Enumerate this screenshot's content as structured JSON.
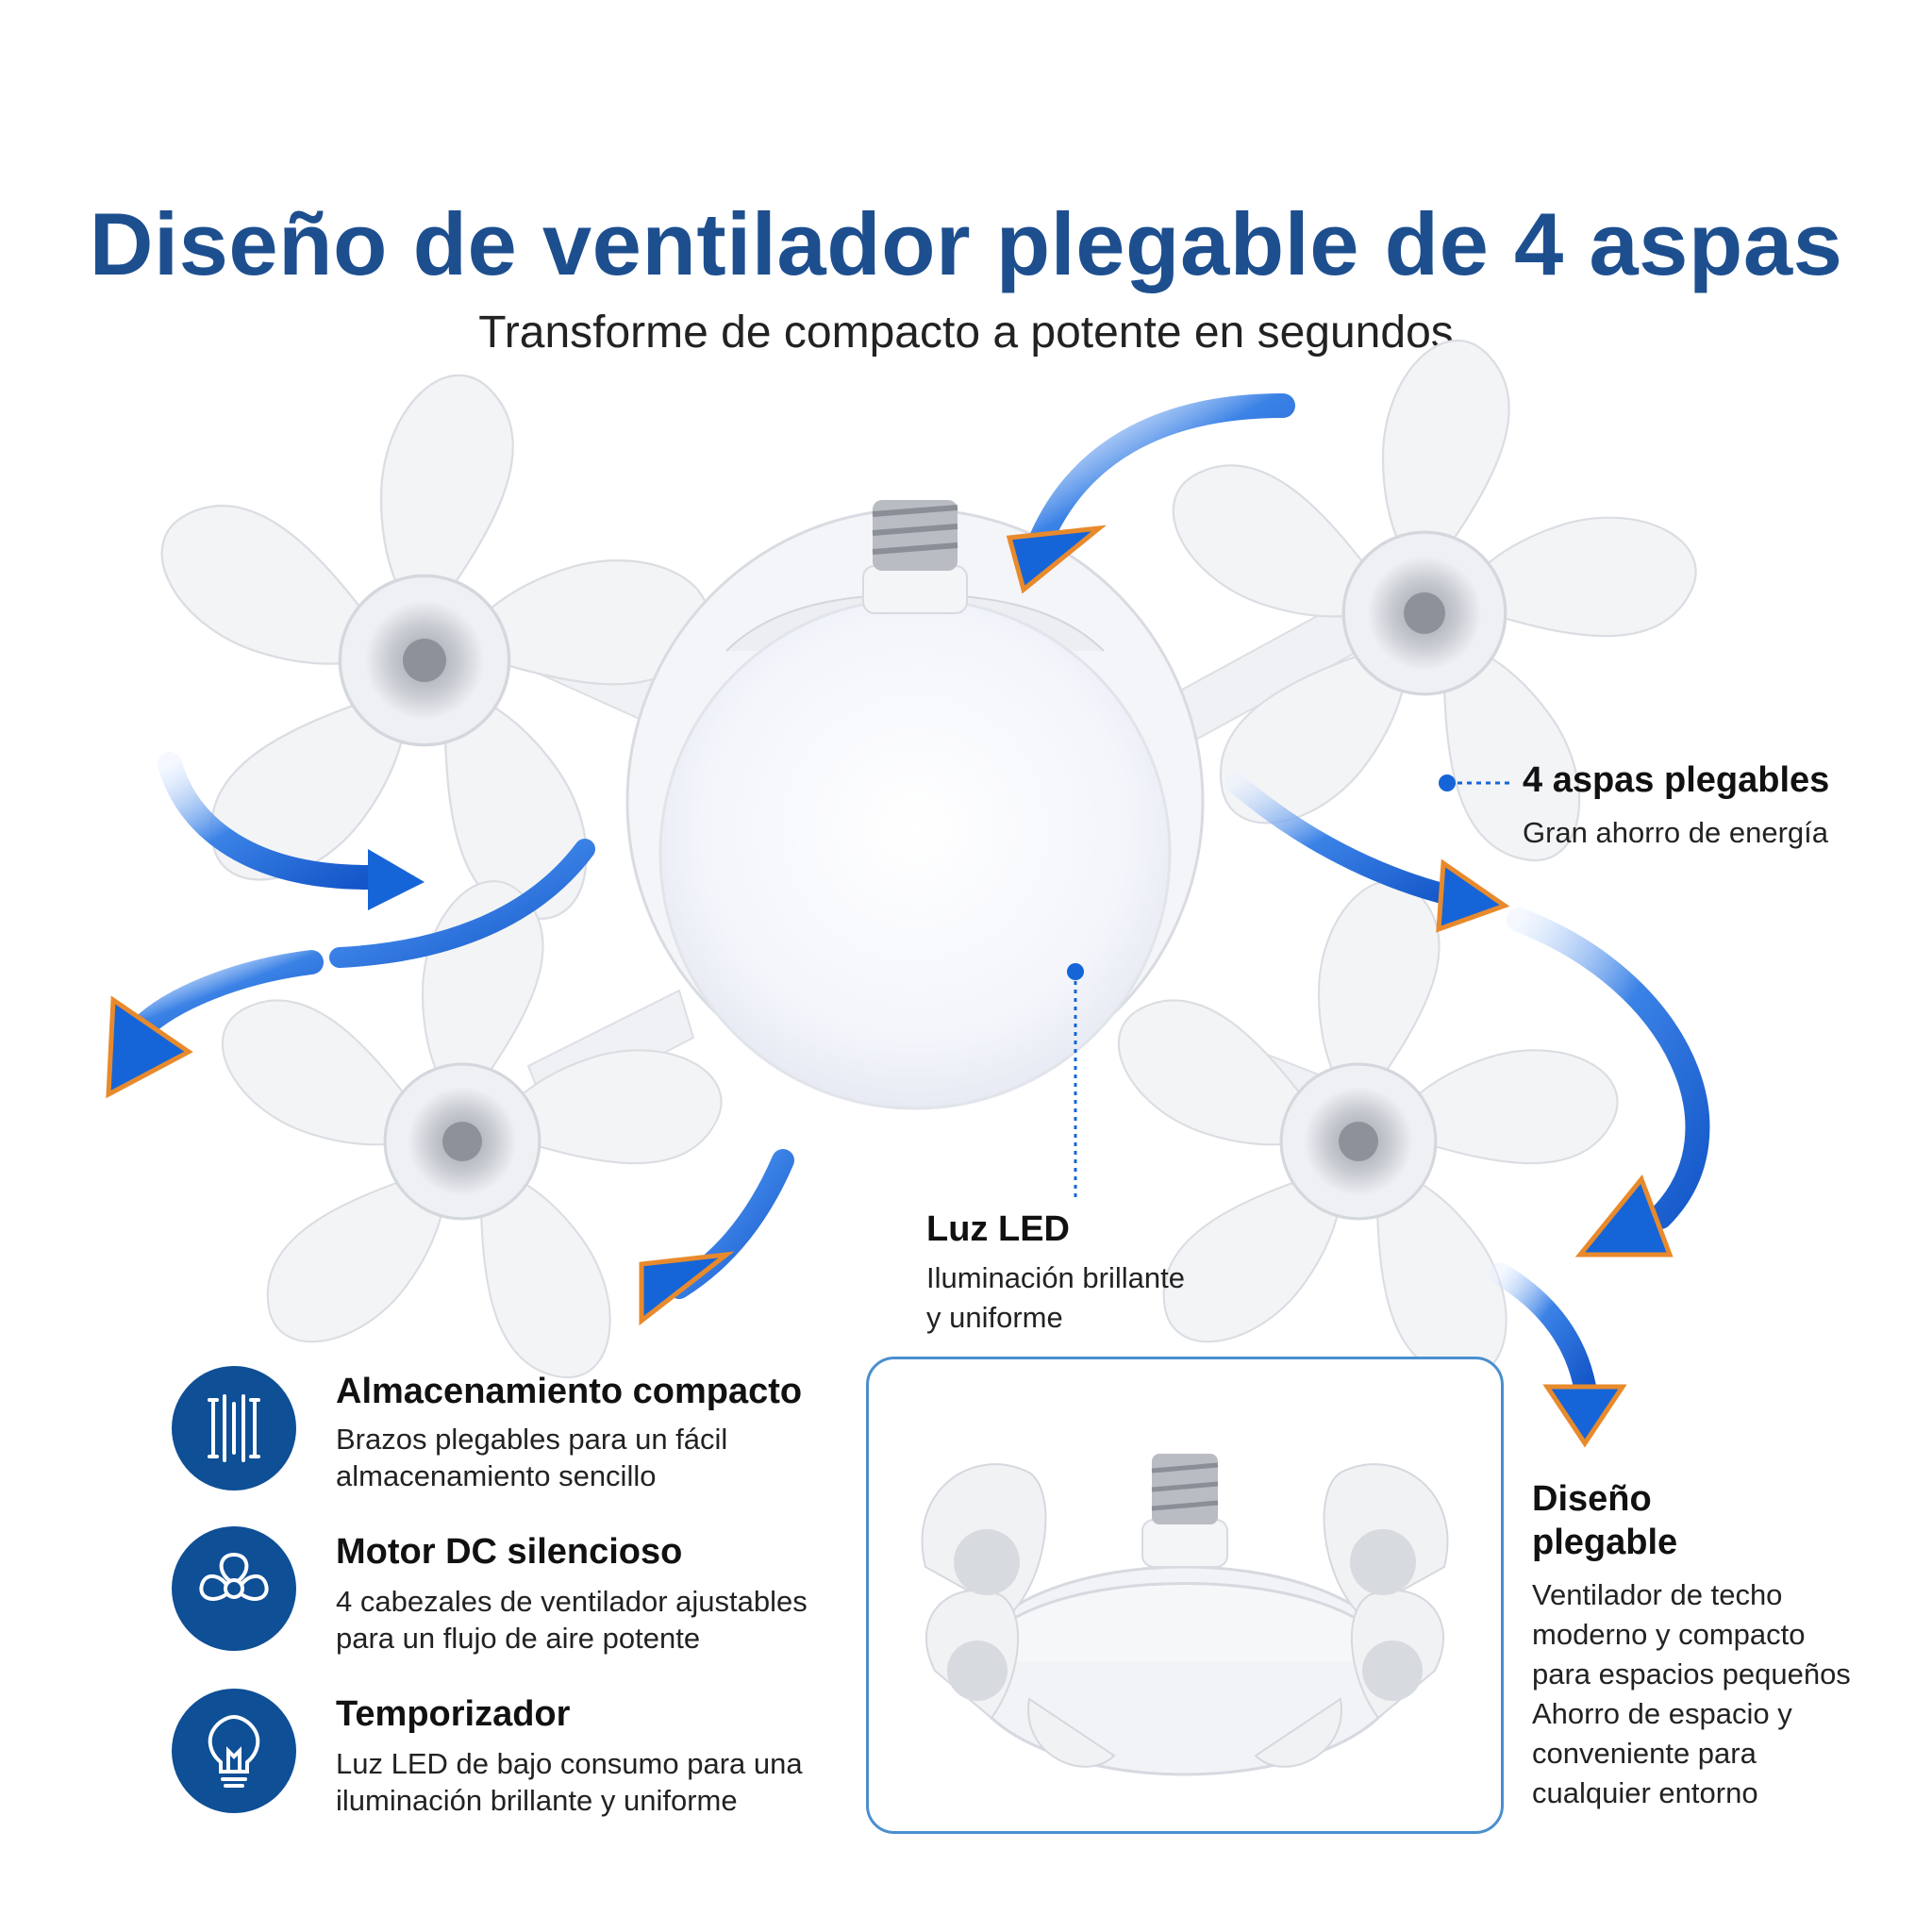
{
  "header": {
    "title": "Diseño de ventilador plegable de 4 aspas",
    "subtitle": "Transforme de compacto a potente en segundos"
  },
  "callouts": {
    "blades": {
      "title": "4 aspas plegables",
      "desc": "Gran ahorro de energía"
    },
    "led": {
      "title": "Luz LED",
      "desc_lines": [
        "Iluminación brillante",
        "y uniforme"
      ]
    },
    "foldable": {
      "title_lines": [
        "Diseño",
        "plegable"
      ],
      "desc_lines": [
        "Ventilador de techo",
        "moderno y compacto",
        "para espacios pequeños",
        "Ahorro de espacio y",
        "conveniente para",
        "cualquier entorno"
      ]
    }
  },
  "features": [
    {
      "icon": "folded-arms-icon",
      "title": "Almacenamiento compacto",
      "desc_lines": [
        "Brazos plegables para un fácil",
        "almacenamiento sencillo"
      ]
    },
    {
      "icon": "fan-icon",
      "title": "Motor DC silencioso",
      "desc_lines": [
        "4 cabezales de ventilador ajustables",
        "para un flujo de aire potente"
      ]
    },
    {
      "icon": "lightbulb-icon",
      "title": "Temporizador",
      "desc_lines": [
        "Luz LED de bajo consumo para una",
        "iluminación brillante y uniforme"
      ]
    }
  ],
  "colors": {
    "title_blue": "#1d4f8f",
    "icon_circle": "#0e4f96",
    "arrow_blue": "#1565d8",
    "arrow_orange": "#e88a2c",
    "inset_border": "#4a8fcf",
    "callout_dot": "#1565d8"
  }
}
